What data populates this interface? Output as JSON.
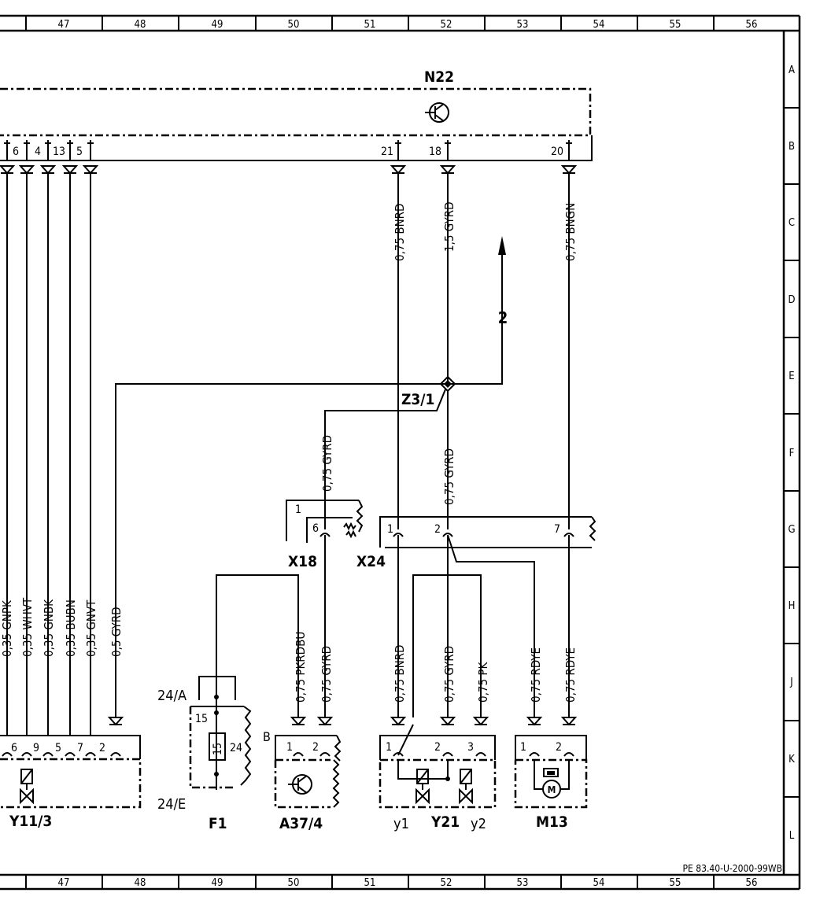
{
  "border": {
    "columns": [
      "47",
      "48",
      "49",
      "50",
      "51",
      "52",
      "53",
      "54",
      "55",
      "56"
    ],
    "rows": [
      "A",
      "B",
      "C",
      "D",
      "E",
      "F",
      "G",
      "H",
      "J",
      "K",
      "L"
    ],
    "drawing_ref": "PE 83.40-U-2000-99WB"
  },
  "components": {
    "n22": {
      "label": "N22",
      "pins": [
        "6",
        "4",
        "13",
        "5",
        "21",
        "18",
        "20"
      ]
    },
    "y11_3": {
      "label": "Y11/3",
      "pins": [
        "6",
        "9",
        "5",
        "7",
        "2"
      ]
    },
    "f1": {
      "label": "F1",
      "top_ref": "24/A",
      "bottom_ref": "24/E",
      "fuse_no": "15",
      "pin_a": "15",
      "pin_b": "24"
    },
    "a37_4": {
      "label": "A37/4",
      "conn": "B",
      "pins": [
        "1",
        "2"
      ]
    },
    "y21": {
      "label": "Y21",
      "pins": [
        "1",
        "2",
        "3"
      ],
      "sub_a": "y1",
      "sub_b": "y2"
    },
    "m13": {
      "label": "M13",
      "pins": [
        "1",
        "2"
      ]
    },
    "x18": {
      "label": "X18",
      "pin_a": "1",
      "pin_b": "6"
    },
    "x24": {
      "label": "X24",
      "pins": [
        "1",
        "2",
        "7"
      ]
    },
    "z3_1": {
      "label": "Z3/1"
    },
    "arrow_ref": "2"
  },
  "wires": {
    "w1": "0,35 GNPK",
    "w2": "0,35 WHVT",
    "w3": "0,35 GNBK",
    "w4": "0,35 BUBN",
    "w5": "0,35 GNVT",
    "w6": "0,5 GYRD",
    "n22_21": "0,75 BNRD",
    "n22_18": "1,5 GYRD",
    "n22_20": "0,75 BNGN",
    "x18_up": "0,75 GYRD",
    "z3_down": "0,75 GYRD",
    "f1_a37": "0,75 PKRDBU",
    "x18_a37": "0,75 GYRD",
    "y21_1": "0,75 BNRD",
    "y21_2": "0,75 GYRD",
    "y21_3": "0,75 PK",
    "m13_1": "0,75 RDYE",
    "m13_2": "0,75 RDYE"
  }
}
